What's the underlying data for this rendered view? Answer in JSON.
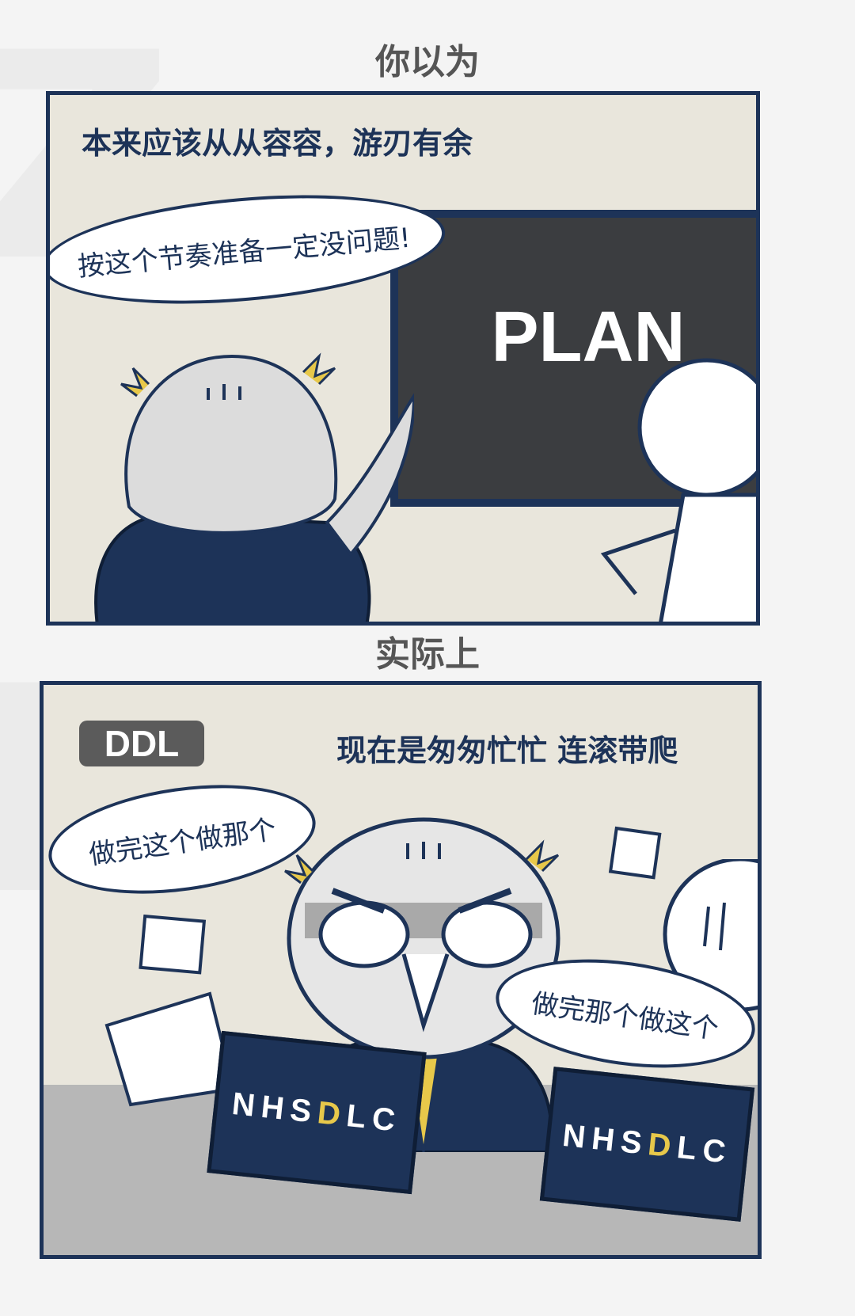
{
  "top_heading": "你以为",
  "panel1": {
    "caption": "本来应该从从容容，游刃有余",
    "bubble": "按这个节奏准备一定没问题!",
    "board": "PLAN"
  },
  "bottom_heading": "实际上",
  "panel2": {
    "tag": "DDL",
    "caption": "现在是匆匆忙忙 连滚带爬",
    "bubble_left": "做完这个做那个",
    "bubble_right": "做完那个做这个",
    "laptop_left": {
      "pre": "NHS",
      "mid": "D",
      "post": "LC"
    },
    "laptop_right": {
      "pre": "NHS",
      "mid": "D",
      "post": "LC"
    }
  },
  "colors": {
    "navy": "#1d3358",
    "accent": "#e7c84a",
    "panel_bg": "#e9e6dc",
    "board": "#3b3d40"
  }
}
